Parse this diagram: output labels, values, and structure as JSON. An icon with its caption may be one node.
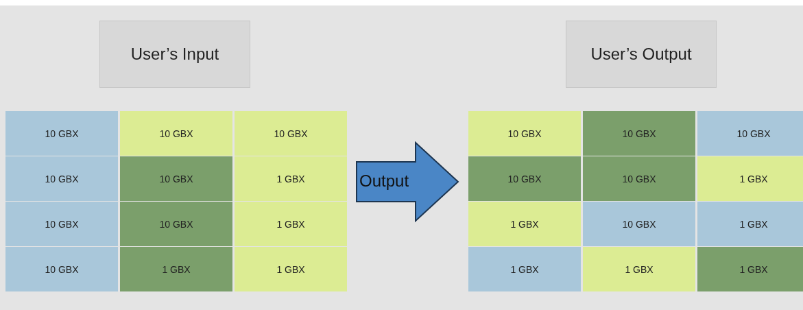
{
  "diagram": {
    "nodes": [
      {
        "text": [
          "User’s Input"
        ]
      },
      {
        "text": [
          "Output"
        ]
      },
      {
        "text": [
          "User’s Output"
        ]
      }
    ],
    "edges": [],
    "labels": [
      "10 GBX",
      "10 GBX",
      "10 GBX",
      "10 GBX",
      "10 GBX",
      "1 GBX",
      "10 GBX",
      "10 GBX",
      "1 GBX",
      "10 GBX",
      "1 GBX",
      "1 GBX",
      "10 GBX",
      "10 GBX",
      "10 GBX",
      "10 GBX",
      "10 GBX",
      "1 GBX",
      "1 GBX",
      "10 GBX",
      "1 GBX",
      "1 GBX",
      "1 GBX",
      "1 GBX"
    ]
  }
}
